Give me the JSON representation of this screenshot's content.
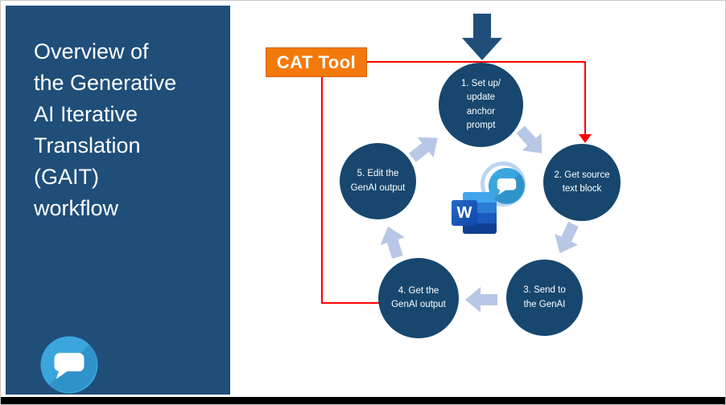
{
  "slide": {
    "title": "Overview of\nthe Generative\nAI Iterative\nTranslation\n(GAIT)\nworkflow"
  },
  "cat_tool": {
    "label": "CAT Tool"
  },
  "workflow": {
    "steps": [
      {
        "label": "1. Set up/\nupdate\nanchor\nprompt"
      },
      {
        "label": "2. Get source\ntext block"
      },
      {
        "label": "3. Send to\nthe GenAI"
      },
      {
        "label": "4. Get the\nGenAI output"
      },
      {
        "label": "5. Edit the\nGenAI output"
      }
    ]
  },
  "center": {
    "word_letter": "W"
  },
  "icons": {
    "brand": "speech-bubble-logo",
    "center_app": "word-icon",
    "entry": "down-arrow"
  },
  "colors": {
    "panel_navy": "#1F4E79",
    "step_circle_navy": "#17476E",
    "cycle_arrow_blue": "#B9C7E6",
    "cat_tool_orange": "#F4790B",
    "connector_red": "#FE0000",
    "logo_light_blue": "#3BA6DE"
  }
}
